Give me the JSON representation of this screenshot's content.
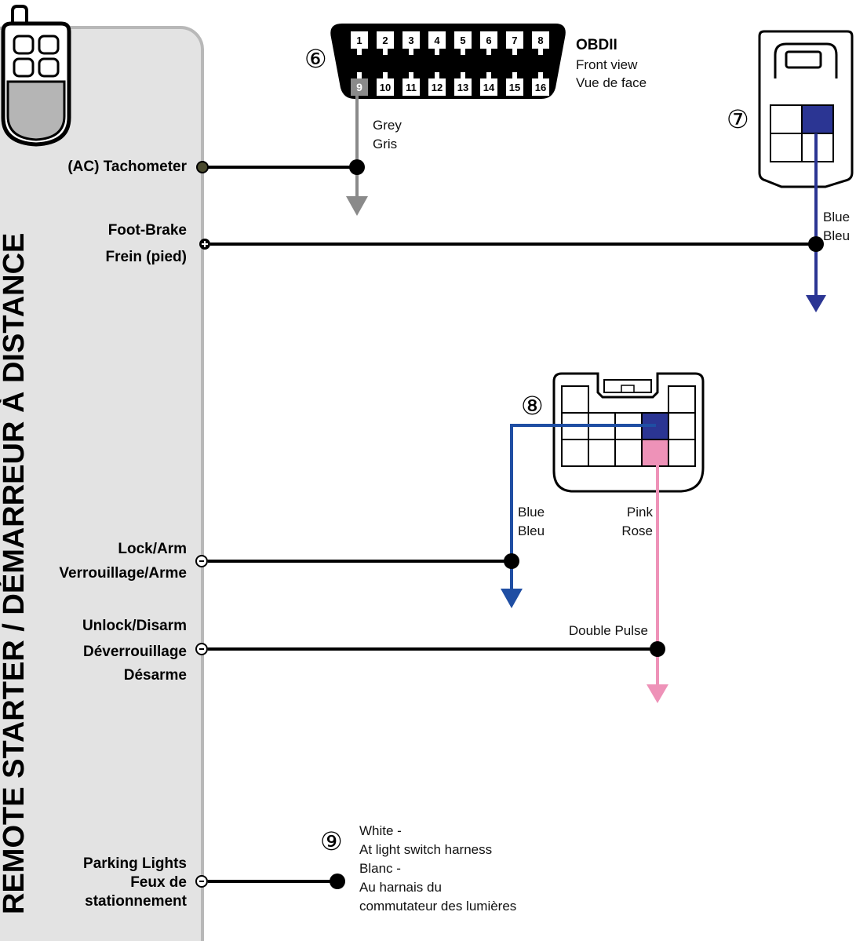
{
  "module": {
    "vertical_title": "REMOTE STARTER / DÉMARREUR À DISTANCE"
  },
  "inputs": {
    "tach": "(AC) Tachometer",
    "brake_en": "Foot-Brake",
    "brake_fr": "Frein (pied)",
    "lock_en": "Lock/Arm",
    "lock_fr": "Verrouillage/Arme",
    "unlock_en": "Unlock/Disarm",
    "unlock_fr1": "Déverrouillage",
    "unlock_fr2": "Désarme",
    "park_en": "Parking Lights",
    "park_fr1": "Feux de",
    "park_fr2": "stationnement"
  },
  "obd": {
    "number": "⑥",
    "title": "OBDII",
    "sub1": "Front view",
    "sub2": "Vue de face",
    "pins_top": [
      "1",
      "2",
      "3",
      "4",
      "5",
      "6",
      "7",
      "8"
    ],
    "pins_bottom": [
      "9",
      "10",
      "11",
      "12",
      "13",
      "14",
      "15",
      "16"
    ],
    "wire_en": "Grey",
    "wire_fr": "Gris"
  },
  "c7": {
    "number": "⑦",
    "wire_en": "Blue",
    "wire_fr": "Bleu"
  },
  "c8": {
    "number": "⑧",
    "blue_en": "Blue",
    "blue_fr": "Bleu",
    "pink_en": "Pink",
    "pink_fr": "Rose",
    "note": "Double Pulse"
  },
  "c9": {
    "number": "⑨",
    "l1": "White -",
    "l2": "At light switch harness",
    "l3": "Blanc -",
    "l4": "Au harnais du",
    "l5": "commutateur des lumières"
  },
  "colors": {
    "grey": "#8a8a8a",
    "blue_brake": "#2b3593",
    "blue_lock": "#1f4ea3",
    "pink": "#ee92b8",
    "module_fill": "#e3e3e3",
    "module_stroke": "#b8b8b8"
  }
}
